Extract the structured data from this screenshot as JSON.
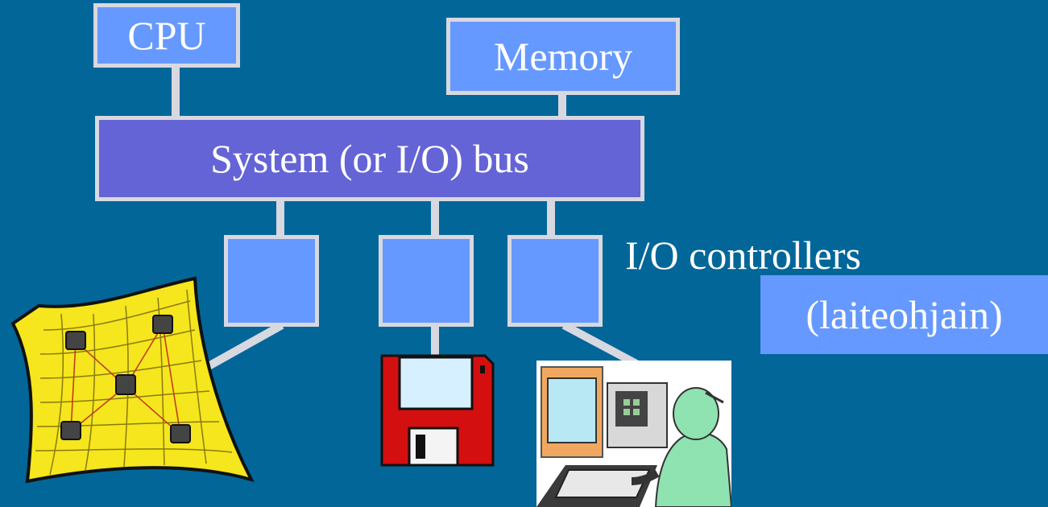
{
  "diagram": {
    "cpu_label": "CPU",
    "memory_label": "Memory",
    "bus_label": "System (or I/O) bus",
    "controllers_label": "I/O controllers",
    "controllers_translation": "(laiteohjain)"
  },
  "icons": {
    "network": "network-icon",
    "floppy": "floppy-disk-icon",
    "operator": "computer-operator-icon"
  },
  "colors": {
    "background": "#026699",
    "box_fill": "#6699ff",
    "bus_fill": "#6464d6",
    "border": "#d8d8e0",
    "text": "#ffffff"
  }
}
